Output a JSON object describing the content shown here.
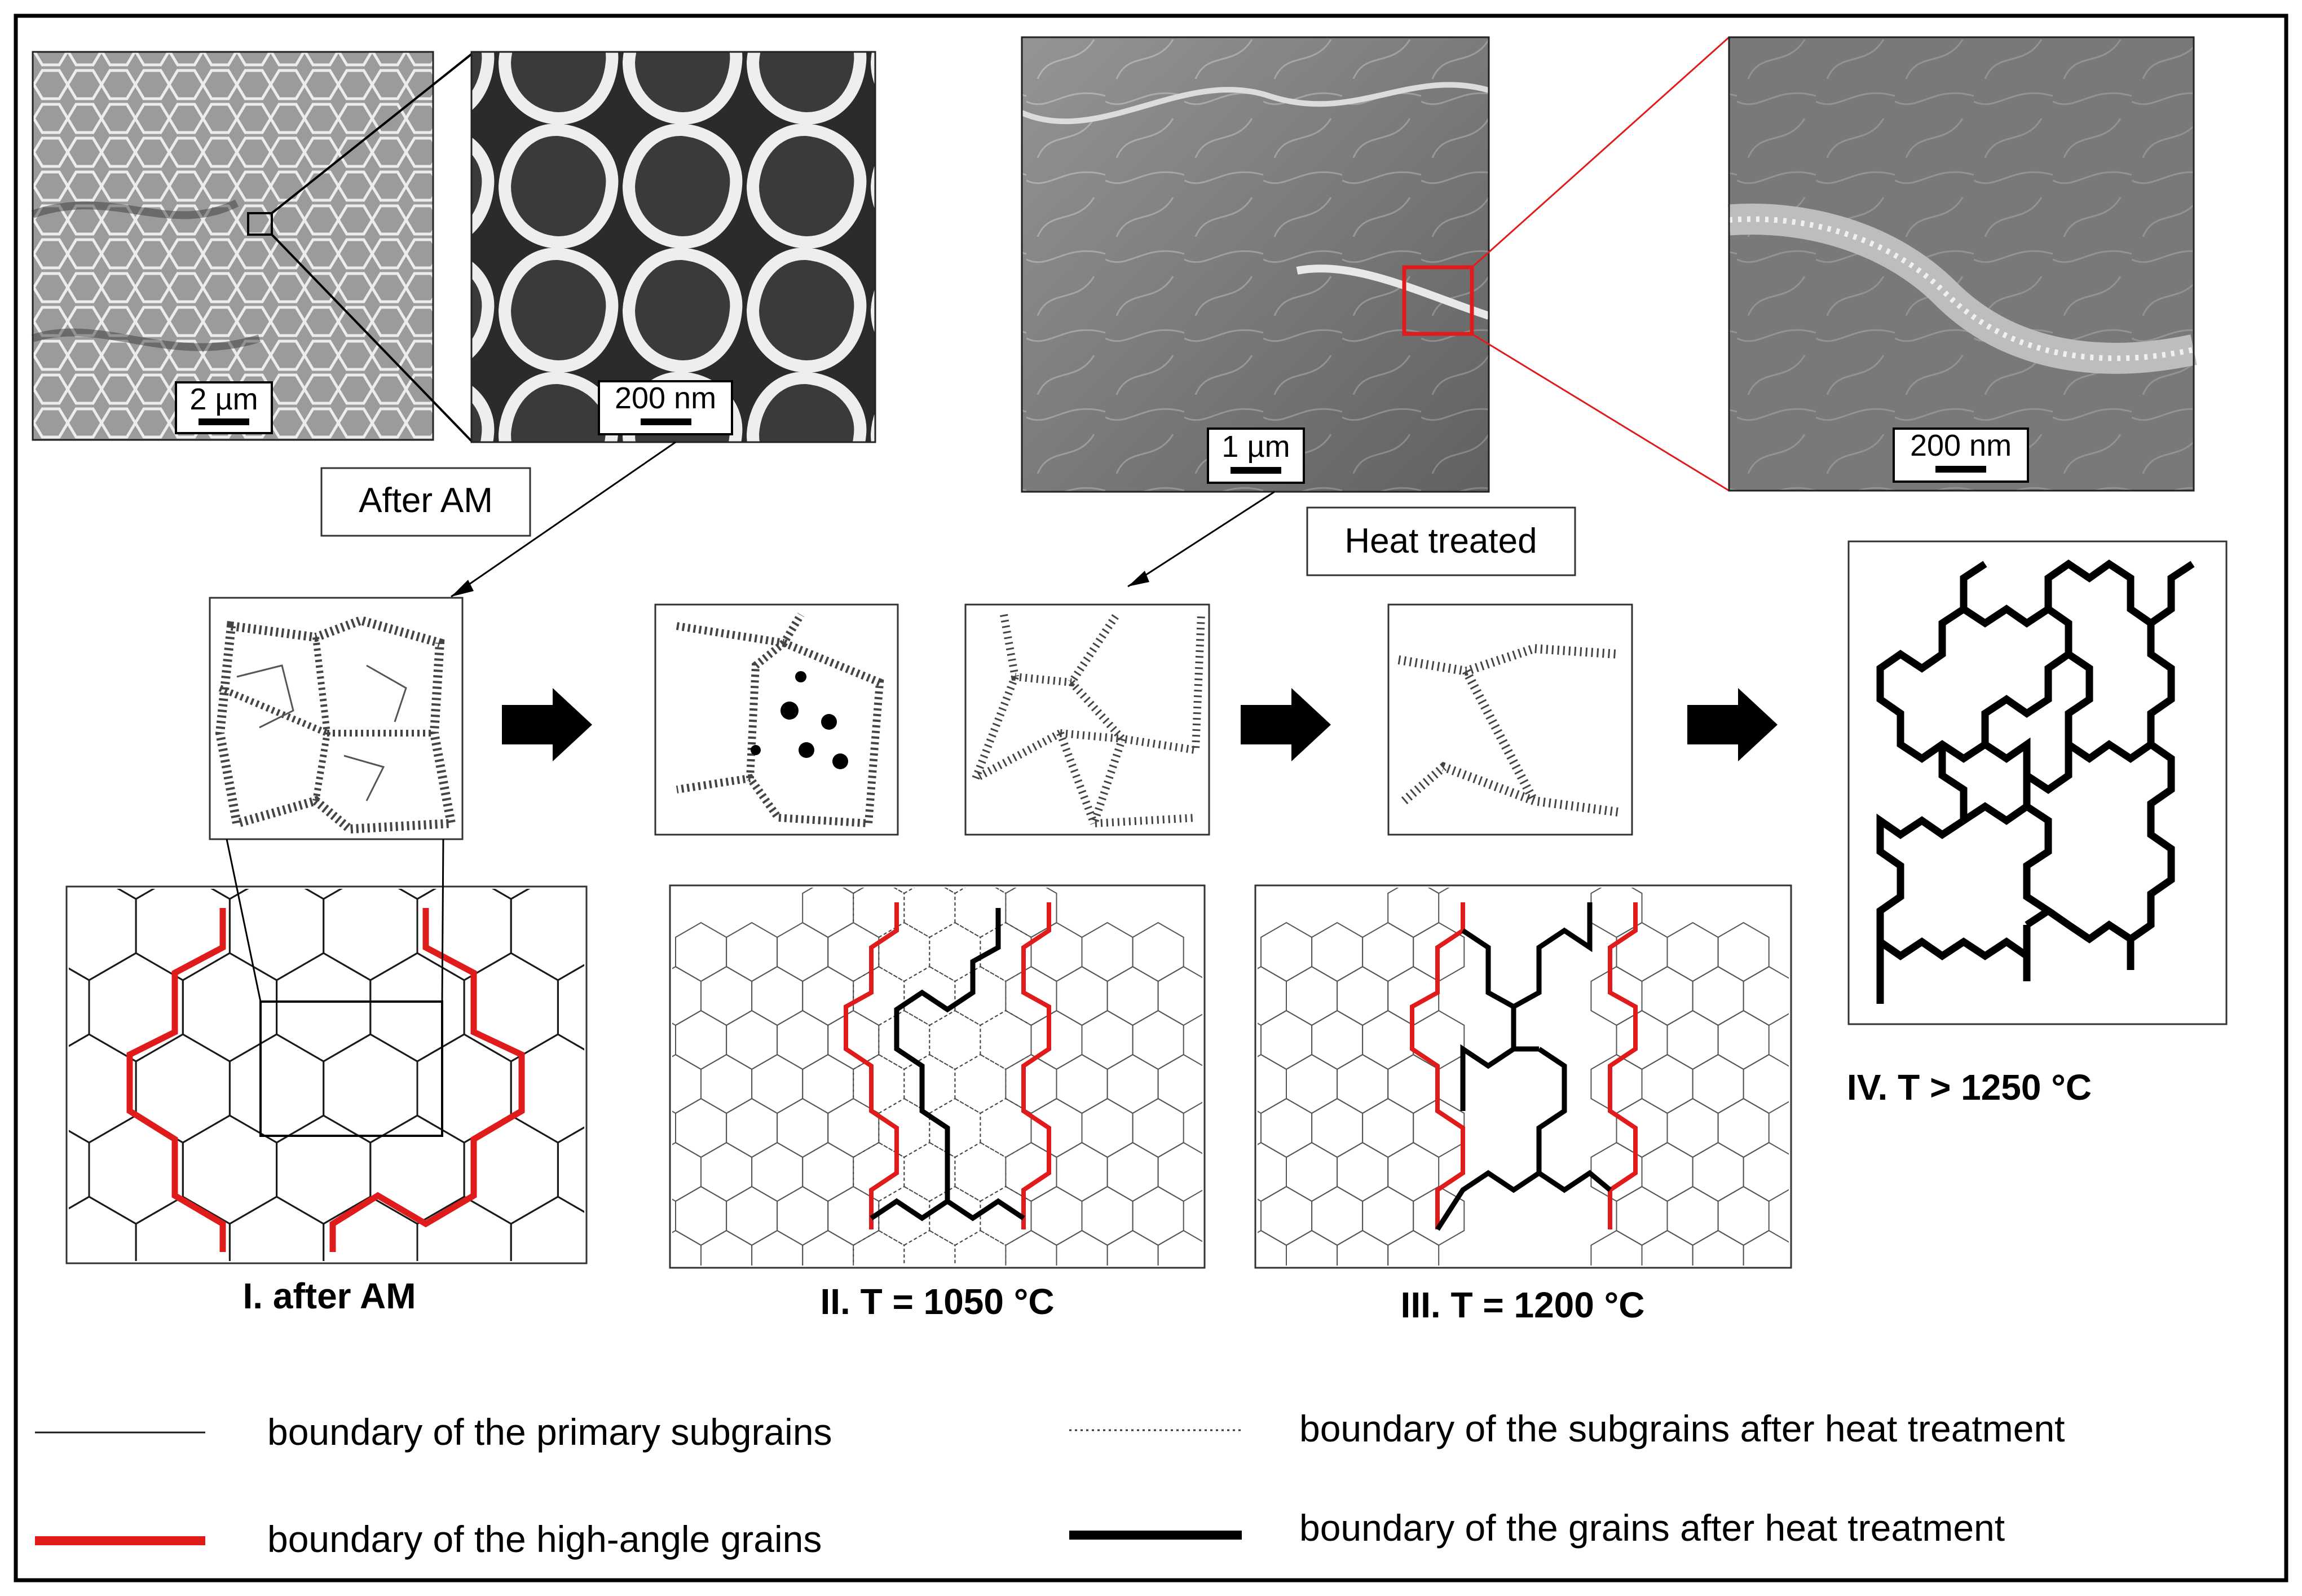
{
  "micrographs": {
    "m1_scale": "2 µm",
    "m2_scale": "200 nm",
    "m3_scale": "1 µm",
    "m4_scale": "200 nm"
  },
  "callouts": {
    "after_am": "After AM",
    "heat_treated": "Heat treated"
  },
  "stages": {
    "stage1": "I. after AM",
    "stage2": "II. T = 1050 °C",
    "stage3": "III. T = 1200 °C",
    "stage4": "IV. T > 1250 °C"
  },
  "legend": {
    "primary_subgrains": "boundary of the primary subgrains",
    "high_angle_grains": "boundary of the high-angle grains",
    "subgrains_after_ht": "boundary of the subgrains after heat treatment",
    "grains_after_ht": "boundary of the grains after heat treatment"
  },
  "colors": {
    "high_angle": "#e01b1b",
    "primary": "#1a1a1a",
    "grain_after_ht": "#000000",
    "zoom_box_red": "#e01b1b"
  }
}
